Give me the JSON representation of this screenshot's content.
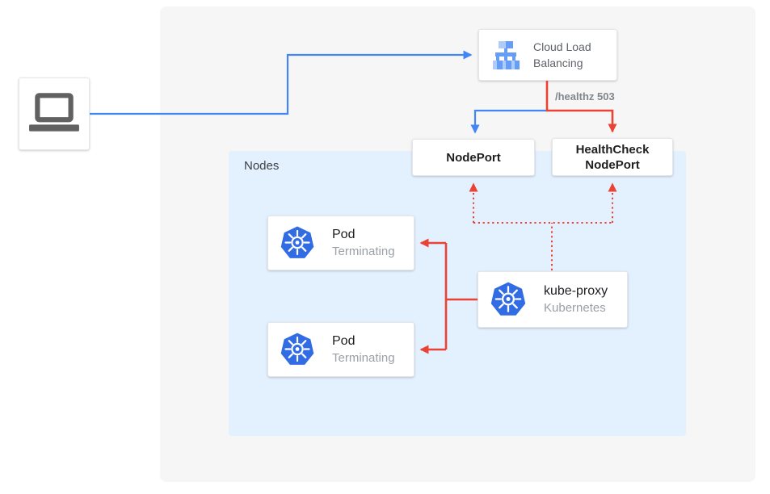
{
  "diagram": {
    "client": {
      "icon": "laptop-icon"
    },
    "load_balancer": {
      "title": "Cloud Load Balancing",
      "icon": "cloud-load-balancing-icon"
    },
    "health_check_label": "/healthz 503",
    "node_port": {
      "label": "NodePort"
    },
    "health_check_node_port": {
      "label": "HealthCheck NodePort"
    },
    "nodes": {
      "label": "Nodes"
    },
    "pods": [
      {
        "title": "Pod",
        "status": "Terminating",
        "icon": "kubernetes-icon"
      },
      {
        "title": "Pod",
        "status": "Terminating",
        "icon": "kubernetes-icon"
      }
    ],
    "kube_proxy": {
      "title": "kube-proxy",
      "subtitle": "Kubernetes",
      "icon": "kubernetes-icon"
    },
    "colors": {
      "traffic_blue": "#4285f4",
      "health_red": "#ea4335",
      "kubernetes_blue": "#326ce5",
      "nodes_background": "#e3f0fd",
      "panel_background": "#f6f6f6"
    }
  }
}
